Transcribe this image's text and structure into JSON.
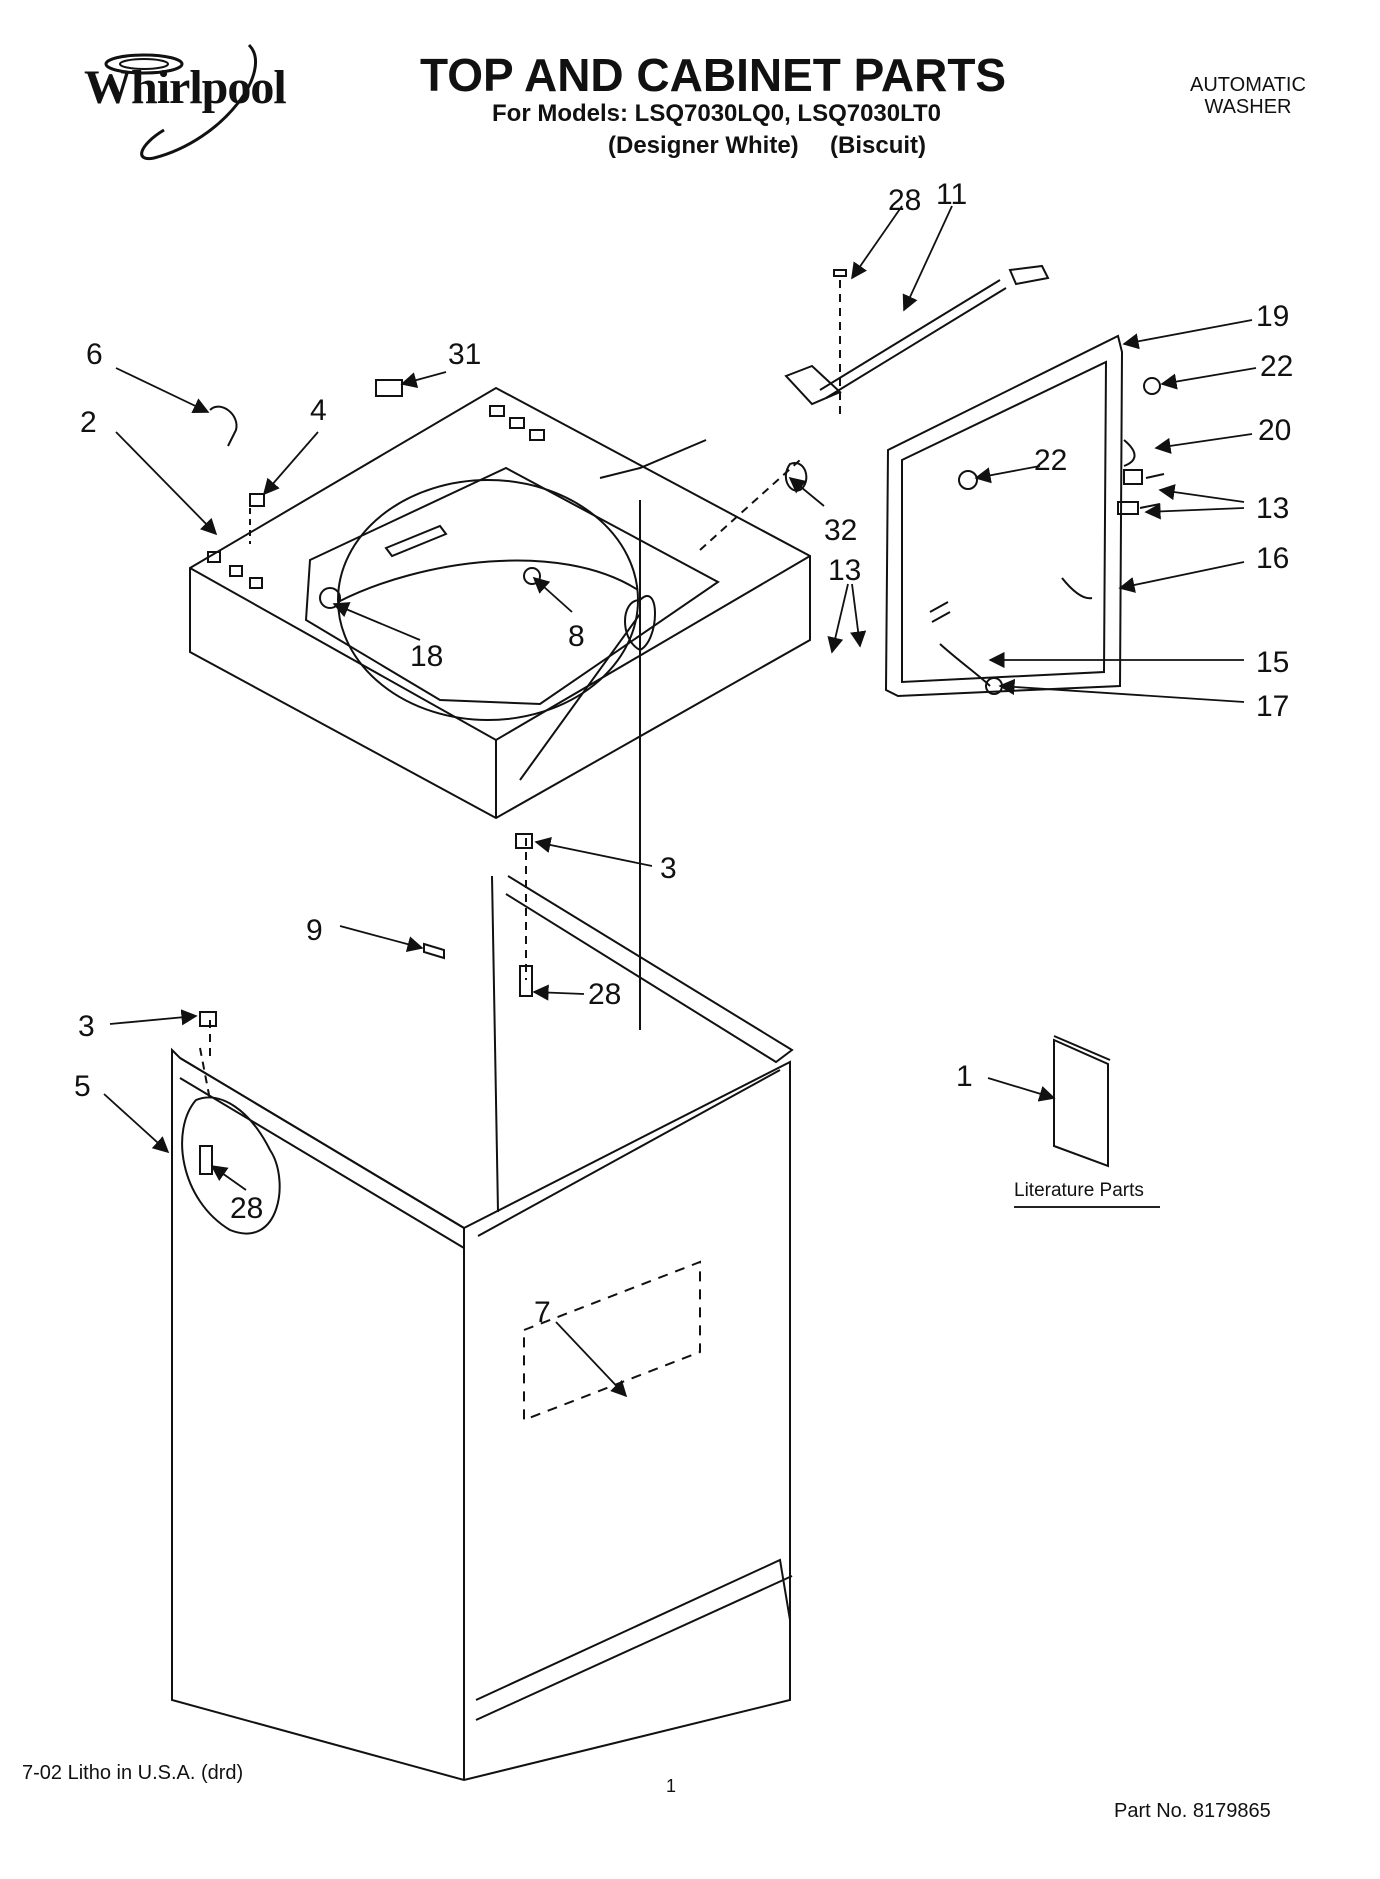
{
  "header": {
    "brand": "Whirlpool",
    "title": "TOP AND CABINET PARTS",
    "models_line": "For Models: LSQ7030LQ0, LSQ7030LT0",
    "color_1": "(Designer White)",
    "color_2": "(Biscuit)",
    "appliance_line1": "AUTOMATIC",
    "appliance_line2": "WASHER"
  },
  "callouts": [
    {
      "id": "c28a",
      "label": "28"
    },
    {
      "id": "c11",
      "label": "11"
    },
    {
      "id": "c19",
      "label": "19"
    },
    {
      "id": "c22a",
      "label": "22"
    },
    {
      "id": "c20",
      "label": "20"
    },
    {
      "id": "c22b",
      "label": "22"
    },
    {
      "id": "c13a",
      "label": "13"
    },
    {
      "id": "c16",
      "label": "16"
    },
    {
      "id": "c13b",
      "label": "13"
    },
    {
      "id": "c15",
      "label": "15"
    },
    {
      "id": "c17",
      "label": "17"
    },
    {
      "id": "c32",
      "label": "32"
    },
    {
      "id": "c6",
      "label": "6"
    },
    {
      "id": "c31",
      "label": "31"
    },
    {
      "id": "c4",
      "label": "4"
    },
    {
      "id": "c2",
      "label": "2"
    },
    {
      "id": "c18",
      "label": "18"
    },
    {
      "id": "c8",
      "label": "8"
    },
    {
      "id": "c3a",
      "label": "3"
    },
    {
      "id": "c9",
      "label": "9"
    },
    {
      "id": "c28b",
      "label": "28"
    },
    {
      "id": "c3b",
      "label": "3"
    },
    {
      "id": "c5",
      "label": "5"
    },
    {
      "id": "c28c",
      "label": "28"
    },
    {
      "id": "c1",
      "label": "1"
    },
    {
      "id": "c7",
      "label": "7"
    }
  ],
  "literature_label": "Literature Parts",
  "footer": {
    "litho": "7-02 Litho in U.S.A. (drd)",
    "page_number": "1",
    "part_number": "Part No. 8179865"
  }
}
